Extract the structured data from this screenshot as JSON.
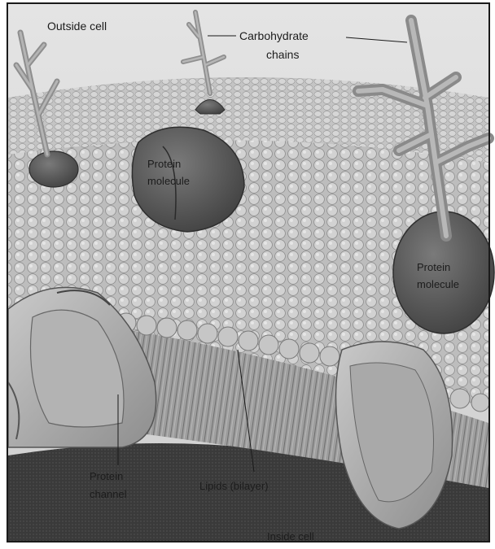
{
  "labels": {
    "outside_cell": "Outside cell",
    "carbohydrate_chains_line1": "Carbohydrate",
    "carbohydrate_chains_line2": "chains",
    "protein_molecule_left_line1": "Protein",
    "protein_molecule_left_line2": "molecule",
    "protein_molecule_right_line1": "Protein",
    "protein_molecule_right_line2": "molecule",
    "protein_channel_line1": "Protein",
    "protein_channel_line2": "channel",
    "lipids_bilayer": "Lipids (bilayer)",
    "inside_cell": "Inside cell"
  },
  "colors": {
    "background": "#ffffff",
    "border": "#1a1a1a",
    "outside_fill": "#dedede",
    "lipid_surface": "#c8c8c8",
    "lipid_head": "#b5b5b5",
    "protein_dark": "#5a5a5a",
    "protein_mid": "#8a8a8a",
    "inside_fill": "#3c3c3c",
    "carbohydrate": "#9a9a9a"
  }
}
